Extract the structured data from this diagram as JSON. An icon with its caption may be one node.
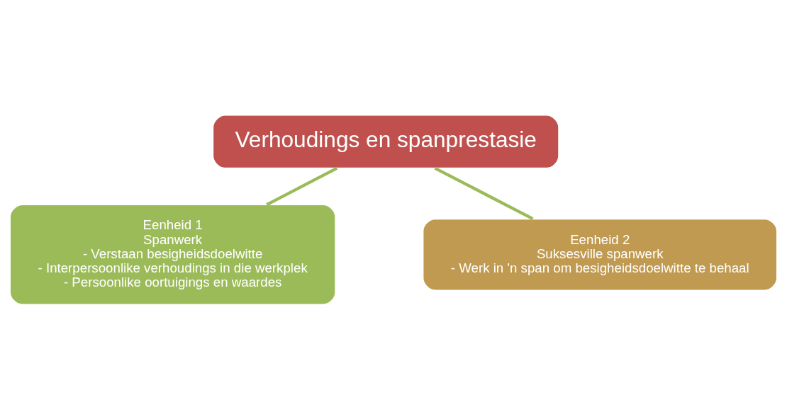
{
  "diagram": {
    "nodes": [
      {
        "text": [
          "Verhoudings en spanprestasie"
        ]
      },
      {
        "text": [
          "Eenheid 1",
          "Spanwerk",
          "- Verstaan besigheidsdoelwitte",
          "- Interpersoonlike verhoudings in die werkplek",
          "- Persoonlike oortuigings en waardes"
        ]
      },
      {
        "text": [
          "Eenheid 2",
          "Suksesville spanwerk",
          "- Werk in 'n span om besigheidsdoelwitte te behaal"
        ]
      }
    ],
    "edges": [
      {
        "from": 0,
        "to": 1,
        "arrow": "none",
        "color": "#9bbb59"
      },
      {
        "from": 0,
        "to": 2,
        "arrow": "none",
        "color": "#9bbb59"
      }
    ]
  }
}
